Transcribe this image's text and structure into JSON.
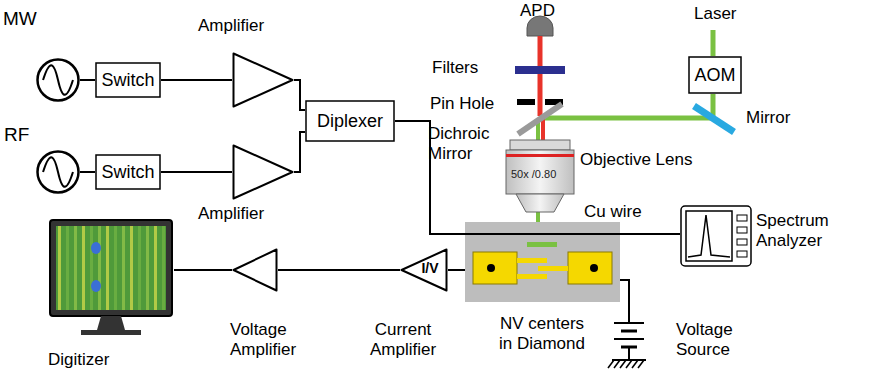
{
  "diagram": {
    "nodes": [
      {
        "text": [
          "MW"
        ]
      },
      {
        "text": [
          "Switch"
        ]
      },
      {
        "text": [
          "Amplifier"
        ]
      },
      {
        "text": [
          "RF"
        ]
      },
      {
        "text": [
          "Switch"
        ]
      },
      {
        "text": [
          "Amplifier"
        ]
      },
      {
        "text": [
          "Diplexer"
        ]
      },
      {
        "text": [
          "AOM"
        ]
      },
      {
        "text": [
          "Digitizer"
        ]
      },
      {
        "text": [
          "Voltage Amplifier"
        ]
      },
      {
        "text": [
          "I/V",
          "Current Amplifier"
        ]
      },
      {
        "text": [
          "NV centers in Diamond"
        ]
      },
      {
        "text": [
          "Spectrum Analyzer"
        ]
      },
      {
        "text": [
          "Voltage Source"
        ]
      }
    ],
    "edges": [
      {
        "from": 0,
        "to": 1,
        "arrow": "none"
      },
      {
        "from": 1,
        "to": 2,
        "arrow": "none"
      },
      {
        "from": 2,
        "to": 6,
        "arrow": "none"
      },
      {
        "from": 3,
        "to": 4,
        "arrow": "none"
      },
      {
        "from": 4,
        "to": 5,
        "arrow": "none"
      },
      {
        "from": 5,
        "to": 6,
        "arrow": "none"
      },
      {
        "from": 6,
        "to": 11,
        "arrow": "none"
      },
      {
        "from": 11,
        "to": 12,
        "arrow": "none"
      },
      {
        "from": 11,
        "to": 10,
        "arrow": "none"
      },
      {
        "from": 10,
        "to": 9,
        "arrow": "none"
      },
      {
        "from": 9,
        "to": 8,
        "arrow": "none"
      },
      {
        "from": 11,
        "to": 13,
        "arrow": "none"
      }
    ],
    "labels": [
      "APD",
      "Laser",
      "Filters",
      "Pin Hole",
      "Dichroic Mirror",
      "Mirror",
      "Objective Lens",
      "50x /0.80",
      "Cu wire"
    ]
  }
}
